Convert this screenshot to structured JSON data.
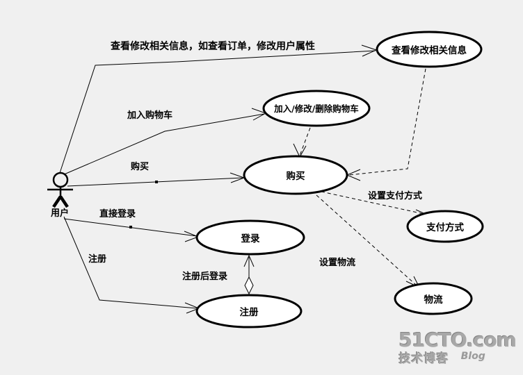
{
  "diagram": {
    "actor": {
      "label": "用户"
    },
    "use_cases": {
      "view_info": "查看修改相关信息",
      "cart": "加入/修改/删除购物车",
      "buy": "购买",
      "login": "登录",
      "register": "注册",
      "payment": "支付方式",
      "logistics": "物流"
    },
    "edge_labels": {
      "view_info": "查看修改相关信息，如查看订单，修改用户属性",
      "add_to_cart": "加入购物车",
      "buy": "购买",
      "direct_login": "直接登录",
      "register": "注册",
      "register_then_login": "注册后登录",
      "set_payment": "设置支付方式",
      "set_logistics": "设置物流"
    },
    "colors": {
      "background": "#f0f0f0",
      "line": "#000000",
      "ellipse_fill": "#ffffff"
    }
  },
  "watermark": {
    "brand": "51CTO.com",
    "tagline": "技术博客",
    "badge": "Blog"
  }
}
